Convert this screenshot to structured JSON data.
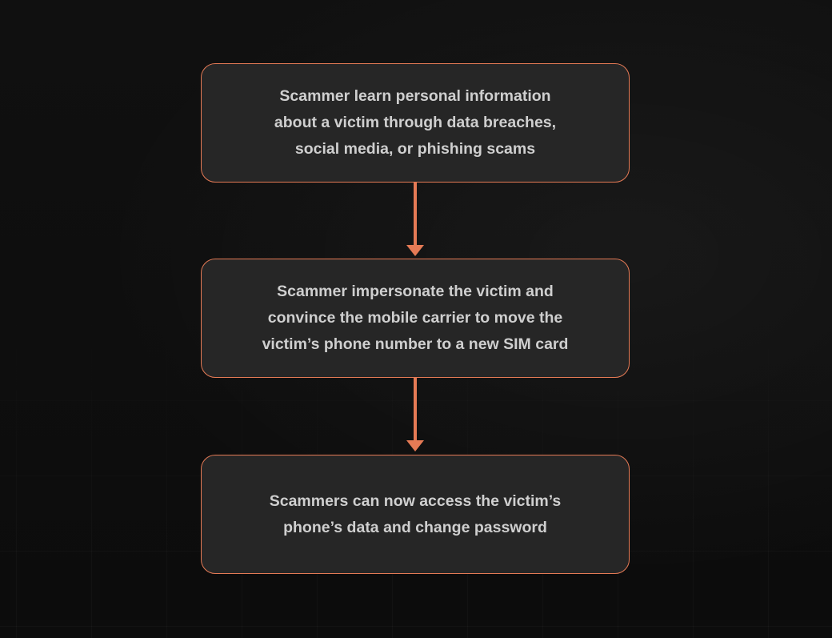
{
  "diagram": {
    "accent_color": "#e57a55",
    "box_fill": "#262626",
    "text_color": "#cfcfcf",
    "steps": [
      {
        "text": "Scammer learn personal information\nabout a victim through data breaches,\nsocial media, or phishing scams"
      },
      {
        "text": "Scammer impersonate the victim and\nconvince the mobile carrier to move the\nvictim’s phone number to a new SIM card"
      },
      {
        "text": "Scammers can now access the victim’s\nphone’s data and change password"
      }
    ],
    "connectors": [
      {
        "from": 0,
        "to": 1,
        "icon": "arrow-down"
      },
      {
        "from": 1,
        "to": 2,
        "icon": "arrow-down"
      }
    ]
  }
}
